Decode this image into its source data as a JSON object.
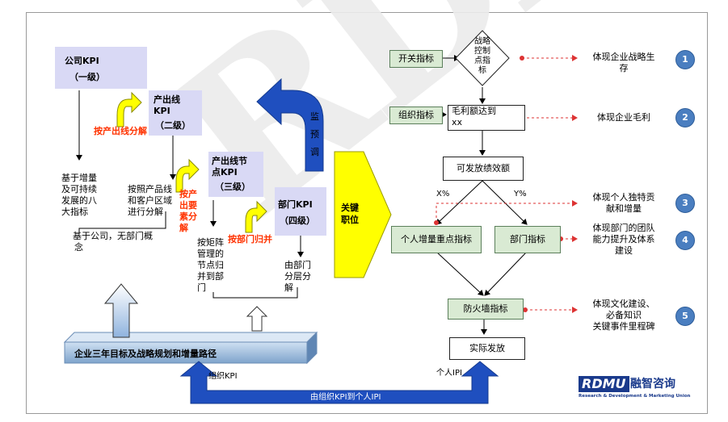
{
  "levels": {
    "company": {
      "title": "公司KPI",
      "sub": "（一级）"
    },
    "product_line": {
      "title1": "产出线",
      "title2": "KPI",
      "sub": "（二级）"
    },
    "node": {
      "title1": "产出线节",
      "title2": "点KPI",
      "sub": "（三级）"
    },
    "dept": {
      "title": "部门KPI",
      "sub": "（四级）"
    }
  },
  "decompose": {
    "by_line": "按产出线分解",
    "by_element": [
      "按产",
      "出要",
      "素分",
      "解"
    ],
    "by_dept": "按部门归并"
  },
  "notes": {
    "n1": [
      "基于增量",
      "及可持续",
      "发展的八",
      "大指标"
    ],
    "n2": [
      "按照产品线",
      "和客户区域",
      "进行分解"
    ],
    "n3": [
      "基于公司，无部门概",
      "念"
    ],
    "n4": [
      "按矩阵",
      "管理的",
      "节点归",
      "并到部",
      "门"
    ],
    "n5": [
      "由部门",
      "分层分",
      "解"
    ]
  },
  "monitor": [
    "监",
    "预",
    "调"
  ],
  "key_position": [
    "关键",
    "职位"
  ],
  "bottom_bar": "企业三年目标及战略规划和增量路径",
  "org_kpi_label": "组织KPI",
  "person_ipi_label": "个人IPI",
  "bottom_arrow_label": "由组织KPI到个人IPI",
  "flow": {
    "switch_indicator": "开关指标",
    "strategic_control": [
      "战略",
      "控制",
      "点指",
      "标"
    ],
    "org_indicator": "组织指标",
    "gross_margin": [
      "毛利额达到",
      "xx"
    ],
    "payable_bonus": "可发放绩效额",
    "x_pct": "X%",
    "y_pct": "Y%",
    "personal_incremental": "个人增量重点指标",
    "dept_indicator": "部门指标",
    "firewall": "防火墙指标",
    "actual_payout": "实际发放"
  },
  "right_notes": [
    {
      "num": "1",
      "lines": [
        "体现企业战略生",
        "存"
      ]
    },
    {
      "num": "2",
      "lines": [
        "体现企业毛利"
      ]
    },
    {
      "num": "3",
      "lines": [
        "体现个人独特贡",
        "献和增量"
      ]
    },
    {
      "num": "4",
      "lines": [
        "体现部门的团队",
        "能力提升及体系",
        "建设"
      ]
    },
    {
      "num": "5",
      "lines": [
        "体现文化建设、",
        "必备知识",
        "关键事件里程碑"
      ]
    }
  ],
  "logo": {
    "brand": "RDMU",
    "cn": "融智咨询",
    "tagline": "Research & Development & Marketing Union"
  },
  "watermark": "RDMU",
  "colors": {
    "level_box": "#d9d9f5",
    "yellow": "#ffff00",
    "blue_arrow": "#1f4fbf",
    "green_box": "#d9ead3",
    "circle": "#4a7ec0",
    "red_text": "#ff3300"
  }
}
